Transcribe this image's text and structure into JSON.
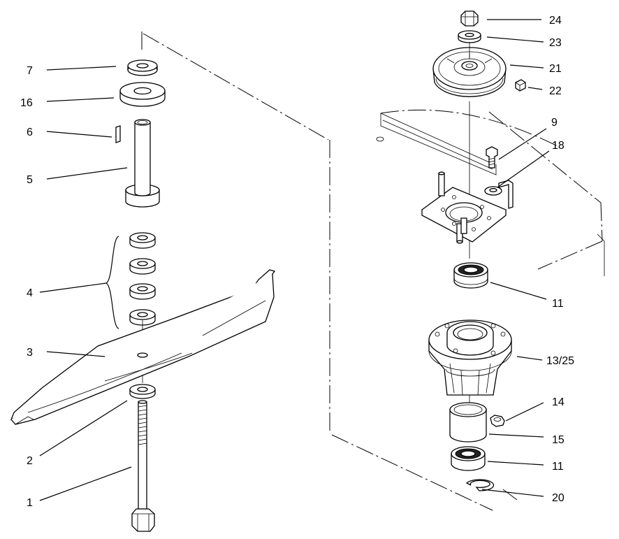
{
  "callouts": [
    {
      "id": "c7",
      "text": "7"
    },
    {
      "id": "c16",
      "text": "16"
    },
    {
      "id": "c6",
      "text": "6"
    },
    {
      "id": "c5",
      "text": "5"
    },
    {
      "id": "c4",
      "text": "4"
    },
    {
      "id": "c3",
      "text": "3"
    },
    {
      "id": "c2",
      "text": "2"
    },
    {
      "id": "c1",
      "text": "1"
    },
    {
      "id": "c24",
      "text": "24"
    },
    {
      "id": "c23",
      "text": "23"
    },
    {
      "id": "c21",
      "text": "21"
    },
    {
      "id": "c22",
      "text": "22"
    },
    {
      "id": "c9",
      "text": "9"
    },
    {
      "id": "c18",
      "text": "18"
    },
    {
      "id": "c11a",
      "text": "11"
    },
    {
      "id": "c13_25",
      "text": "13/25"
    },
    {
      "id": "c14",
      "text": "14"
    },
    {
      "id": "c15",
      "text": "15"
    },
    {
      "id": "c11b",
      "text": "11"
    },
    {
      "id": "c20",
      "text": "20"
    }
  ]
}
